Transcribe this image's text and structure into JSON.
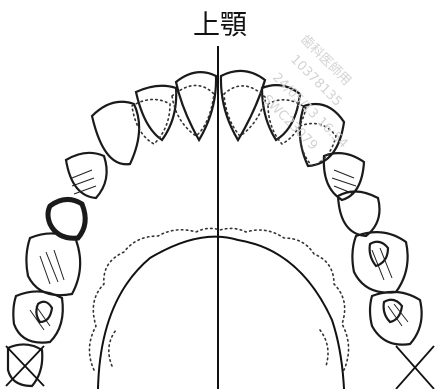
{
  "figure": {
    "title": "上顎",
    "watermark": {
      "line1": "歯科医師用",
      "line2": "10378135",
      "line3": "24/05/13 16:54",
      "line4": "SWC23079"
    }
  }
}
